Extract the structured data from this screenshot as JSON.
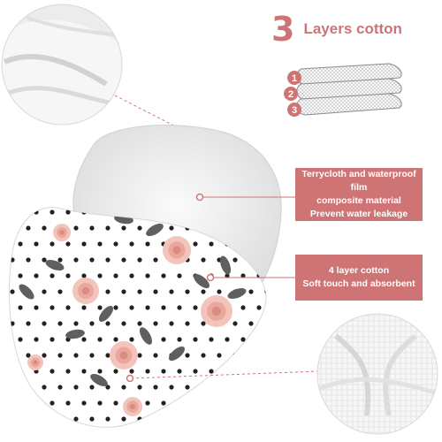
{
  "header": {
    "number": "3",
    "title": "Layers cotton"
  },
  "layers_diagram": {
    "numbers": [
      "1",
      "2",
      "3"
    ]
  },
  "callouts": [
    {
      "lines": [
        "Terrycloth and waterproof film",
        "composite material",
        "Prevent water leakage"
      ]
    },
    {
      "lines": [
        "4 layer cotton",
        "Soft touch and absorbent"
      ]
    }
  ],
  "colors": {
    "accent": "#cf7475",
    "rose": "#f2c4bb",
    "leaf": "#5d605e",
    "dot": "#222222"
  }
}
